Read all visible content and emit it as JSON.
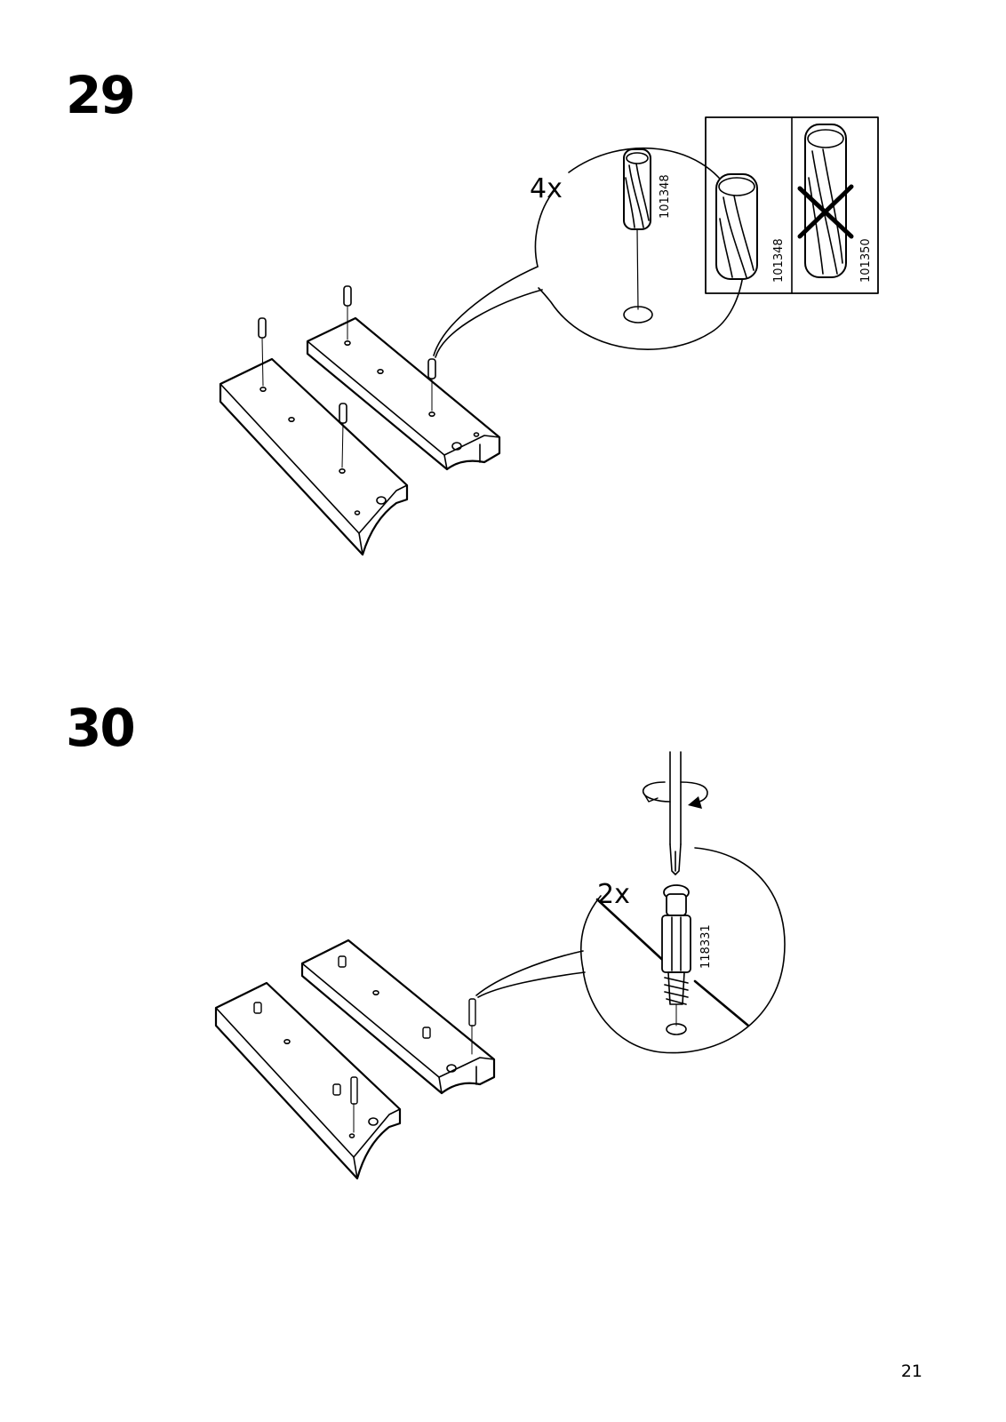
{
  "page": {
    "page_number": "21"
  },
  "steps": [
    {
      "number": "29",
      "callout": {
        "quantity": "4x",
        "part_number": "101348"
      },
      "comparison": {
        "correct_part_number": "101348",
        "wrong_part_number": "101350"
      }
    },
    {
      "number": "30",
      "callout": {
        "quantity": "2x",
        "part_number": "118331"
      }
    }
  ]
}
